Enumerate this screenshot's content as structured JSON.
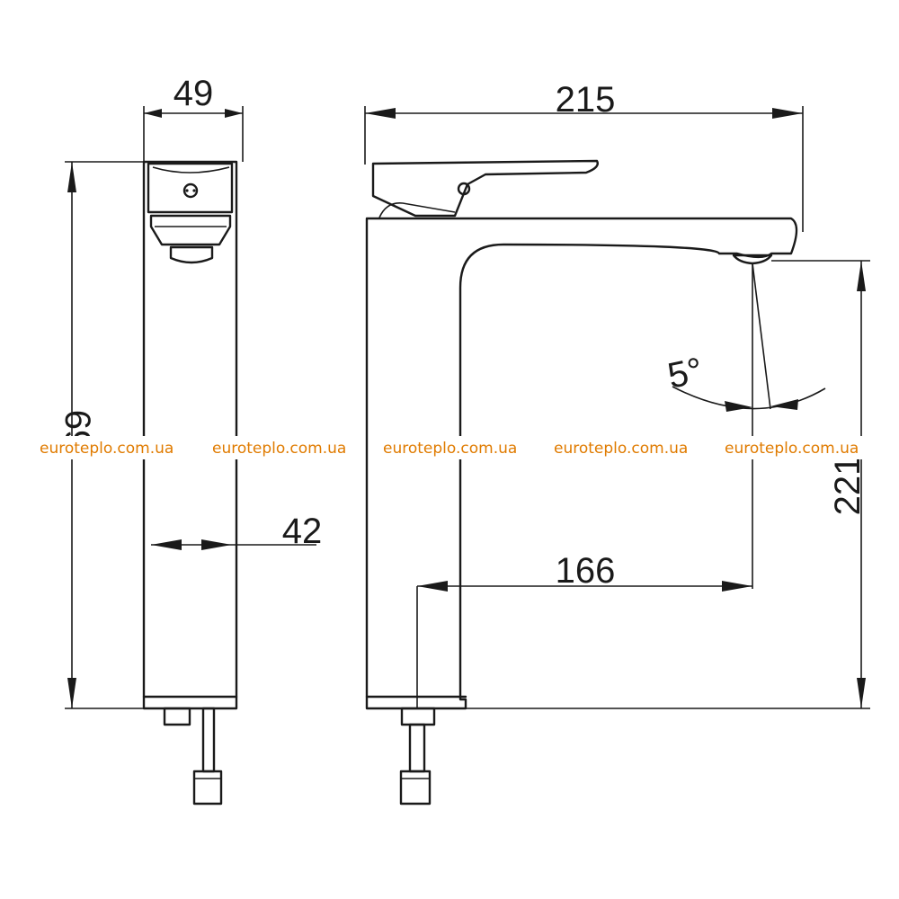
{
  "dimensions": {
    "side_width": "49",
    "side_height": "69",
    "body_depth": "42",
    "total_length": "215",
    "spout_reach": "166",
    "spout_height": "221",
    "spout_angle": "5°"
  },
  "watermark": {
    "text": "euroteplo.com.ua",
    "color": "#e07b00"
  }
}
